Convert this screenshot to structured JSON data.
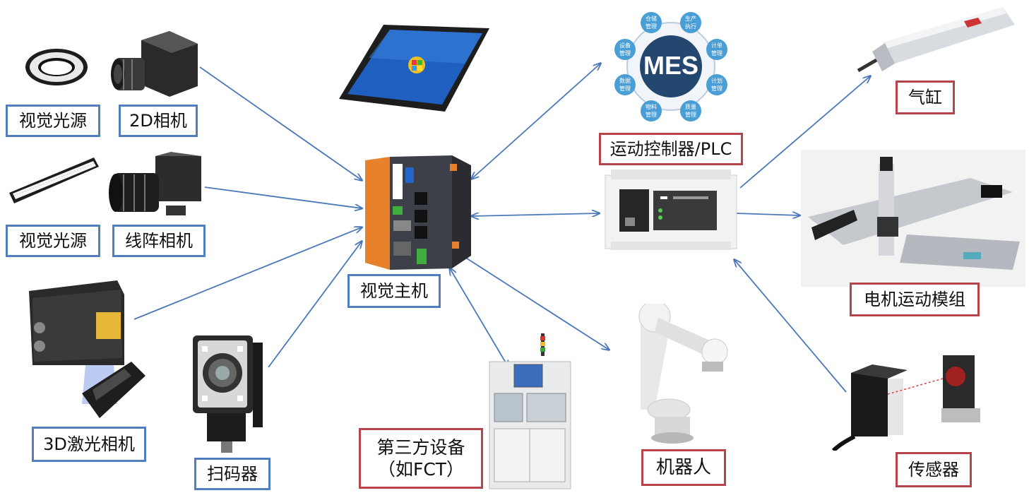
{
  "labels": {
    "vision_light_1": "视觉光源",
    "camera_2d": "2D相机",
    "vision_light_2": "视觉光源",
    "line_camera": "线阵相机",
    "laser_3d": "3D激光相机",
    "scanner": "扫码器",
    "vision_host": "视觉主机",
    "third_party_line1": "第三方设备",
    "third_party_line2": "（如FCT）",
    "robot": "机器人",
    "controller": "运动控制器/PLC",
    "cylinder": "气缸",
    "motion_module": "电机运动模组",
    "sensor": "传感器"
  },
  "mes": {
    "title": "MES",
    "modules": [
      "仓储\n管理",
      "生产\n执行",
      "计单\n管理",
      "计划\n管理",
      "质量\n管理",
      "物料\n管理",
      "数据\n管理",
      "设备\n管理"
    ]
  },
  "colors": {
    "blue_border": "#4f7fbf",
    "red_border": "#b5444c",
    "arrow": "#4a78b8"
  }
}
